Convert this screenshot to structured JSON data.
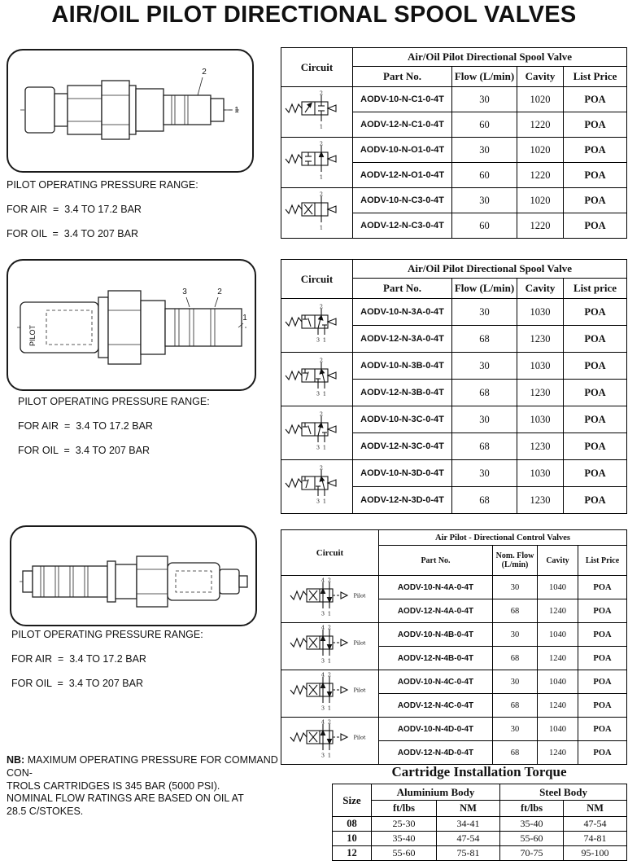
{
  "title": "AIR/OIL PILOT DIRECTIONAL SPOOL VALVES",
  "pressure_range": {
    "heading": "PILOT OPERATING PRESSURE RANGE:",
    "air": "FOR AIR  =  3.4 TO 17.2 BAR",
    "oil": "FOR OIL  =  3.4 TO 207 BAR"
  },
  "notes": {
    "nb_label": "NB:",
    "nb_line1": " MAXIMUM OPERATING PRESSURE FOR COMMAND CON-",
    "nb_line2": "TROLS CARTRIDGES IS 345 BAR (5000 PSI).",
    "flow_line1": "NOMINAL FLOW RATINGS ARE BASED ON OIL AT",
    "flow_line2": "28.5 C/STOKES."
  },
  "illustrations": {
    "pilot_label": "PILOT",
    "d1": {
      "top_label": "2",
      "side_label": "1"
    },
    "d2": {
      "label_a": "3",
      "label_b": "2",
      "side_label": "1"
    }
  },
  "tables": [
    {
      "circuit_header": "Circuit",
      "title": "Air/Oil Pilot Directional Spool Valve",
      "columns": [
        "Part No.",
        "Flow (L/min)",
        "Cavity",
        "List Price"
      ],
      "groups": [
        {
          "symbol": {
            "name": "circuit-symbol-c1",
            "type": "2-closed",
            "top": [
              "2"
            ],
            "bottom": [
              "1"
            ]
          },
          "rows": [
            [
              "AODV-10-N-C1-0-4T",
              "30",
              "1020",
              "POA"
            ],
            [
              "AODV-12-N-C1-0-4T",
              "60",
              "1220",
              "POA"
            ]
          ]
        },
        {
          "symbol": {
            "name": "circuit-symbol-o1",
            "type": "2-open",
            "top": [
              "2"
            ],
            "bottom": [
              "1"
            ]
          },
          "rows": [
            [
              "AODV-10-N-O1-0-4T",
              "30",
              "1020",
              "POA"
            ],
            [
              "AODV-12-N-O1-0-4T",
              "60",
              "1220",
              "POA"
            ]
          ]
        },
        {
          "symbol": {
            "name": "circuit-symbol-c3",
            "type": "2-cross",
            "top": [
              "2"
            ],
            "bottom": [
              "1"
            ]
          },
          "rows": [
            [
              "AODV-10-N-C3-0-4T",
              "30",
              "1020",
              "POA"
            ],
            [
              "AODV-12-N-C3-0-4T",
              "60",
              "1220",
              "POA"
            ]
          ]
        }
      ]
    },
    {
      "circuit_header": "Circuit",
      "title": "Air/Oil Pilot Directional Spool Valve",
      "columns": [
        "Part No.",
        "Flow (L/min)",
        "Cavity",
        "List price"
      ],
      "groups": [
        {
          "symbol": {
            "name": "circuit-symbol-3a",
            "type": "3way-a",
            "top": [
              "2"
            ],
            "bottom": [
              "3",
              "1"
            ]
          },
          "rows": [
            [
              "AODV-10-N-3A-0-4T",
              "30",
              "1030",
              "POA"
            ],
            [
              "AODV-12-N-3A-0-4T",
              "68",
              "1230",
              "POA"
            ]
          ]
        },
        {
          "symbol": {
            "name": "circuit-symbol-3b",
            "type": "3way-b",
            "top": [
              "2"
            ],
            "bottom": [
              "3",
              "1"
            ]
          },
          "rows": [
            [
              "AODV-10-N-3B-0-4T",
              "30",
              "1030",
              "POA"
            ],
            [
              "AODV-12-N-3B-0-4T",
              "68",
              "1230",
              "POA"
            ]
          ]
        },
        {
          "symbol": {
            "name": "circuit-symbol-3c",
            "type": "3way-c",
            "top": [
              "2"
            ],
            "bottom": [
              "3",
              "1"
            ]
          },
          "rows": [
            [
              "AODV-10-N-3C-0-4T",
              "30",
              "1030",
              "POA"
            ],
            [
              "AODV-12-N-3C-0-4T",
              "68",
              "1230",
              "POA"
            ]
          ]
        },
        {
          "symbol": {
            "name": "circuit-symbol-3d",
            "type": "3way-d",
            "top": [
              "2"
            ],
            "bottom": [
              "3",
              "1"
            ]
          },
          "rows": [
            [
              "AODV-10-N-3D-0-4T",
              "30",
              "1030",
              "POA"
            ],
            [
              "AODV-12-N-3D-0-4T",
              "68",
              "1230",
              "POA"
            ]
          ]
        }
      ]
    },
    {
      "circuit_header": "Circuit",
      "title": "Air Pilot - Directional Control Valves",
      "columns": [
        "Part No.",
        "Nom. Flow (L/min)",
        "Cavity",
        "List Price"
      ],
      "groups": [
        {
          "symbol": {
            "name": "circuit-symbol-4a",
            "type": "4way-a",
            "top": [
              "4",
              "2"
            ],
            "bottom": [
              "3",
              "1"
            ],
            "pilot": "Pilot"
          },
          "rows": [
            [
              "AODV-10-N-4A-0-4T",
              "30",
              "1040",
              "POA"
            ],
            [
              "AODV-12-N-4A-0-4T",
              "68",
              "1240",
              "POA"
            ]
          ]
        },
        {
          "symbol": {
            "name": "circuit-symbol-4b",
            "type": "4way-b",
            "top": [
              "4",
              "2"
            ],
            "bottom": [
              "3",
              "1"
            ],
            "pilot": "Pilot"
          },
          "rows": [
            [
              "AODV-10-N-4B-0-4T",
              "30",
              "1040",
              "POA"
            ],
            [
              "AODV-12-N-4B-0-4T",
              "68",
              "1240",
              "POA"
            ]
          ]
        },
        {
          "symbol": {
            "name": "circuit-symbol-4c",
            "type": "4way-c",
            "top": [
              "4",
              "2"
            ],
            "bottom": [
              "3",
              "1"
            ],
            "pilot": "Pilot"
          },
          "rows": [
            [
              "AODV-10-N-4C-0-4T",
              "30",
              "1040",
              "POA"
            ],
            [
              "AODV-12-N-4C-0-4T",
              "68",
              "1240",
              "POA"
            ]
          ]
        },
        {
          "symbol": {
            "name": "circuit-symbol-4d",
            "type": "4way-d",
            "top": [
              "4",
              "2"
            ],
            "bottom": [
              "3",
              "1"
            ],
            "pilot": "Pilot"
          },
          "rows": [
            [
              "AODV-10-N-4D-0-4T",
              "30",
              "1040",
              "POA"
            ],
            [
              "AODV-12-N-4D-0-4T",
              "68",
              "1240",
              "POA"
            ]
          ]
        }
      ]
    }
  ],
  "torque_table": {
    "title": "Cartridge Installation Torque",
    "size_header": "Size",
    "group_headers": [
      "Aluminium Body",
      "Steel Body"
    ],
    "unit_headers": [
      "ft/lbs",
      "NM",
      "ft/lbs",
      "NM"
    ],
    "rows": [
      [
        "08",
        "25-30",
        "34-41",
        "35-40",
        "47-54"
      ],
      [
        "10",
        "35-40",
        "47-54",
        "55-60",
        "74-81"
      ],
      [
        "12",
        "55-60",
        "75-81",
        "70-75",
        "95-100"
      ]
    ]
  }
}
